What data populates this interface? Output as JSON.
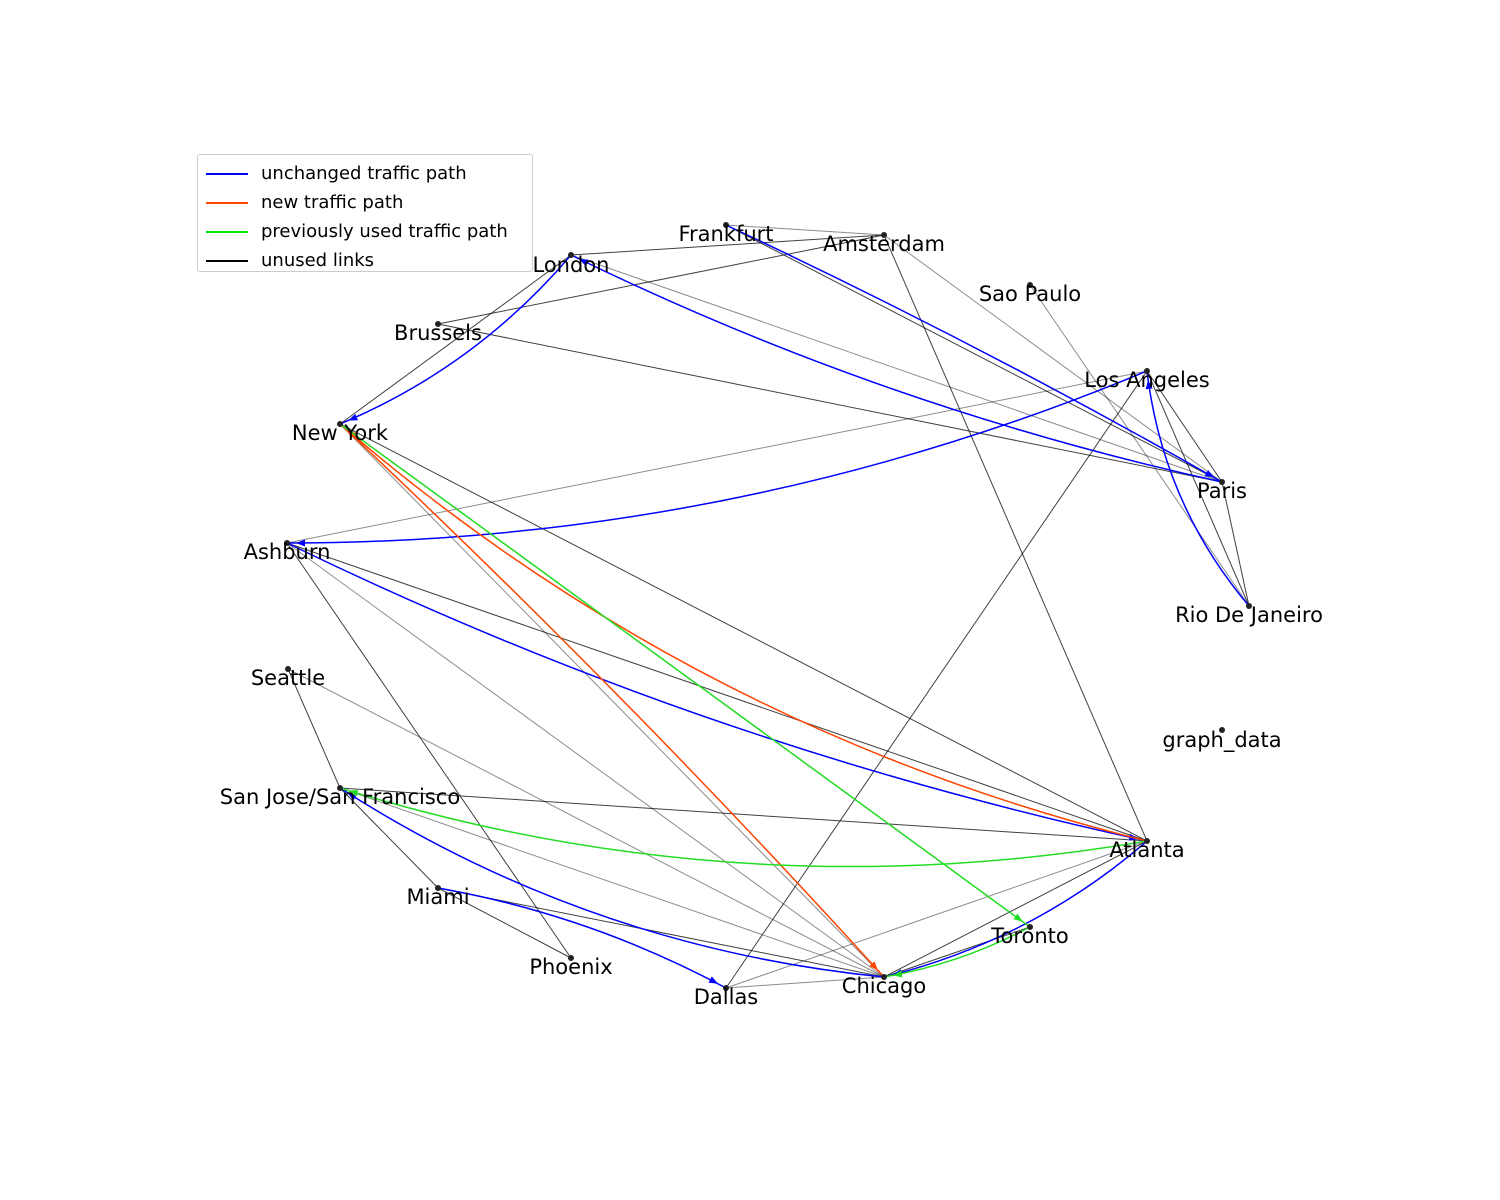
{
  "legend": {
    "items": [
      {
        "label": "unchanged traffic path",
        "color": "#0000ff"
      },
      {
        "label": "new traffic path",
        "color": "#ff4500"
      },
      {
        "label": "previously used traffic path",
        "color": "#00e600"
      },
      {
        "label": "unused links",
        "color": "#000000"
      }
    ]
  },
  "colors": {
    "unchanged": "#0000ff",
    "new": "#ff4500",
    "previous": "#22dd22",
    "unused": "#000000",
    "node": "#222222"
  },
  "nodes": [
    {
      "id": "frankfurt",
      "label": "Frankfurt"
    },
    {
      "id": "amsterdam",
      "label": "Amsterdam"
    },
    {
      "id": "london",
      "label": "London"
    },
    {
      "id": "sao-paulo",
      "label": "Sao Paulo"
    },
    {
      "id": "brussels",
      "label": "Brussels"
    },
    {
      "id": "los-angeles",
      "label": "Los Angeles"
    },
    {
      "id": "new-york",
      "label": "New York"
    },
    {
      "id": "paris",
      "label": "Paris"
    },
    {
      "id": "ashburn",
      "label": "Ashburn"
    },
    {
      "id": "rio",
      "label": "Rio De Janeiro"
    },
    {
      "id": "seattle",
      "label": "Seattle"
    },
    {
      "id": "graph-data",
      "label": "graph_data"
    },
    {
      "id": "sanjose",
      "label": "San Jose/San Francisco"
    },
    {
      "id": "atlanta",
      "label": "Atlanta"
    },
    {
      "id": "miami",
      "label": "Miami"
    },
    {
      "id": "toronto",
      "label": "Toronto"
    },
    {
      "id": "phoenix",
      "label": "Phoenix"
    },
    {
      "id": "chicago",
      "label": "Chicago"
    },
    {
      "id": "dallas",
      "label": "Dallas"
    }
  ],
  "edges": [
    {
      "from": "frankfurt",
      "to": "amsterdam",
      "type": "unused"
    },
    {
      "from": "london",
      "to": "amsterdam",
      "type": "unused"
    },
    {
      "from": "brussels",
      "to": "amsterdam",
      "type": "unused"
    },
    {
      "from": "amsterdam",
      "to": "paris",
      "type": "unused"
    },
    {
      "from": "amsterdam",
      "to": "atlanta",
      "type": "unused"
    },
    {
      "from": "frankfurt",
      "to": "paris",
      "type": "unused"
    },
    {
      "from": "london",
      "to": "paris",
      "type": "unused"
    },
    {
      "from": "london",
      "to": "new-york",
      "type": "unused"
    },
    {
      "from": "brussels",
      "to": "paris",
      "type": "unused"
    },
    {
      "from": "sao-paulo",
      "to": "rio",
      "type": "unused"
    },
    {
      "from": "los-angeles",
      "to": "paris",
      "type": "unused"
    },
    {
      "from": "los-angeles",
      "to": "rio",
      "type": "unused"
    },
    {
      "from": "los-angeles",
      "to": "ashburn",
      "type": "unused"
    },
    {
      "from": "los-angeles",
      "to": "dallas",
      "type": "unused"
    },
    {
      "from": "new-york",
      "to": "atlanta",
      "type": "unused"
    },
    {
      "from": "new-york",
      "to": "chicago",
      "type": "unused"
    },
    {
      "from": "new-york",
      "to": "toronto",
      "type": "unused"
    },
    {
      "from": "ashburn",
      "to": "atlanta",
      "type": "unused"
    },
    {
      "from": "ashburn",
      "to": "chicago",
      "type": "unused"
    },
    {
      "from": "ashburn",
      "to": "phoenix",
      "type": "unused"
    },
    {
      "from": "seattle",
      "to": "sanjose",
      "type": "unused"
    },
    {
      "from": "seattle",
      "to": "chicago",
      "type": "unused"
    },
    {
      "from": "sanjose",
      "to": "atlanta",
      "type": "unused"
    },
    {
      "from": "sanjose",
      "to": "miami",
      "type": "unused"
    },
    {
      "from": "sanjose",
      "to": "chicago",
      "type": "unused"
    },
    {
      "from": "miami",
      "to": "chicago",
      "type": "unused"
    },
    {
      "from": "miami",
      "to": "phoenix",
      "type": "unused"
    },
    {
      "from": "atlanta",
      "to": "dallas",
      "type": "unused"
    },
    {
      "from": "atlanta",
      "to": "chicago",
      "type": "unused"
    },
    {
      "from": "toronto",
      "to": "chicago",
      "type": "unused"
    },
    {
      "from": "dallas",
      "to": "chicago",
      "type": "unused"
    },
    {
      "from": "paris",
      "to": "rio",
      "type": "unused"
    },
    {
      "from": "frankfurt",
      "to": "paris",
      "type": "unchanged",
      "rad": 0.02
    },
    {
      "from": "paris",
      "to": "london",
      "type": "unchanged",
      "rad": 0.06
    },
    {
      "from": "london",
      "to": "new-york",
      "type": "unchanged",
      "rad": 0.12
    },
    {
      "from": "rio",
      "to": "los-angeles",
      "type": "unchanged",
      "rad": 0.15
    },
    {
      "from": "los-angeles",
      "to": "ashburn",
      "type": "unchanged",
      "rad": 0.1
    },
    {
      "from": "ashburn",
      "to": "atlanta",
      "type": "unchanged",
      "rad": -0.06
    },
    {
      "from": "chicago",
      "to": "sanjose",
      "type": "unchanged",
      "rad": 0.12
    },
    {
      "from": "miami",
      "to": "dallas",
      "type": "unchanged",
      "rad": 0.08
    },
    {
      "from": "atlanta",
      "to": "chicago",
      "type": "unchanged",
      "rad": 0.12
    },
    {
      "from": "atlanta",
      "to": "new-york",
      "type": "new",
      "rad": 0.12
    },
    {
      "from": "new-york",
      "to": "chicago",
      "type": "new",
      "rad": 0.02
    },
    {
      "from": "new-york",
      "to": "toronto",
      "type": "previous",
      "rad": 0.0
    },
    {
      "from": "atlanta",
      "to": "sanjose",
      "type": "previous",
      "rad": 0.12
    },
    {
      "from": "toronto",
      "to": "chicago",
      "type": "previous",
      "rad": 0.08
    }
  ]
}
